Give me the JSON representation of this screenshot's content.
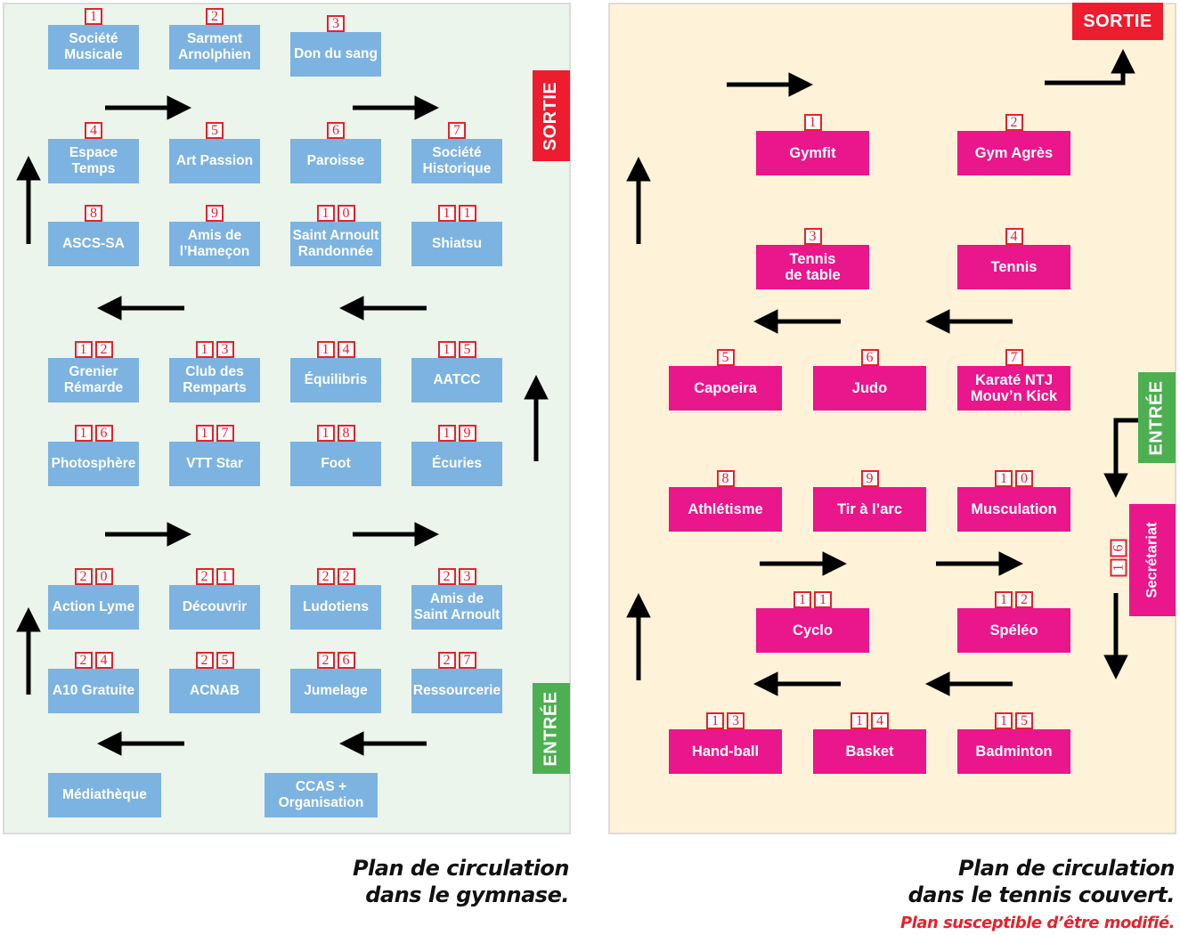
{
  "gymnase": {
    "title_line1": "Plan de circulation",
    "title_line2": "dans le gymnase.",
    "exit_label": "SORTIE",
    "entry_label": "ENTRÉE",
    "stands": [
      {
        "number": "1",
        "label": "Société\nMusicale"
      },
      {
        "number": "2",
        "label": "Sarment\nArnolphien"
      },
      {
        "number": "3",
        "label": "Don du sang"
      },
      {
        "number": "4",
        "label": "Espace\nTemps"
      },
      {
        "number": "5",
        "label": "Art Passion"
      },
      {
        "number": "6",
        "label": "Paroisse"
      },
      {
        "number": "7",
        "label": "Société\nHistorique"
      },
      {
        "number": "8",
        "label": "ASCS-SA"
      },
      {
        "number": "9",
        "label": "Amis de\nl’Hameçon"
      },
      {
        "number": "10",
        "label": "Saint Arnoult\nRandonnée"
      },
      {
        "number": "11",
        "label": "Shiatsu"
      },
      {
        "number": "12",
        "label": "Grenier\nRémarde"
      },
      {
        "number": "13",
        "label": "Club des\nRemparts"
      },
      {
        "number": "14",
        "label": "Équilibris"
      },
      {
        "number": "15",
        "label": "AATCC"
      },
      {
        "number": "16",
        "label": "Photosphère"
      },
      {
        "number": "17",
        "label": "VTT Star"
      },
      {
        "number": "18",
        "label": "Foot"
      },
      {
        "number": "19",
        "label": "Écuries"
      },
      {
        "number": "20",
        "label": "Action Lyme"
      },
      {
        "number": "21",
        "label": "Découvrir"
      },
      {
        "number": "22",
        "label": "Ludotiens"
      },
      {
        "number": "23",
        "label": "Amis de\nSaint Arnoult"
      },
      {
        "number": "24",
        "label": "A10 Gratuite"
      },
      {
        "number": "25",
        "label": "ACNAB"
      },
      {
        "number": "26",
        "label": "Jumelage"
      },
      {
        "number": "27",
        "label": "Ressourcerie"
      },
      {
        "number": "",
        "label": "Médiathèque"
      },
      {
        "number": "",
        "label": "CCAS +\nOrganisation"
      }
    ]
  },
  "tennis_couvert": {
    "title_line1": "Plan de circulation",
    "title_line2": "dans le tennis couvert.",
    "note": "Plan susceptible d’être modifié.",
    "exit_label": "SORTIE",
    "entry_label": "ENTRÉE",
    "stands": [
      {
        "number": "1",
        "label": "Gymfit"
      },
      {
        "number": "2",
        "label": "Gym Agrès"
      },
      {
        "number": "3",
        "label": "Tennis\nde table"
      },
      {
        "number": "4",
        "label": "Tennis"
      },
      {
        "number": "5",
        "label": "Capoeira"
      },
      {
        "number": "6",
        "label": "Judo"
      },
      {
        "number": "7",
        "label": "Karaté NTJ\nMouv’n Kick"
      },
      {
        "number": "8",
        "label": "Athlétisme"
      },
      {
        "number": "9",
        "label": "Tir à l’arc"
      },
      {
        "number": "10",
        "label": "Musculation"
      },
      {
        "number": "11",
        "label": "Cyclo"
      },
      {
        "number": "12",
        "label": "Spéléo"
      },
      {
        "number": "13",
        "label": "Hand-ball"
      },
      {
        "number": "14",
        "label": "Basket"
      },
      {
        "number": "15",
        "label": "Badminton"
      },
      {
        "number": "16",
        "label": "Secrétariat"
      }
    ]
  },
  "colors": {
    "gymnase_background": "#ebf5ec",
    "tennis_background": "#fef3d8",
    "gymnase_stand": "#7db3e0",
    "tennis_stand": "#e9168c",
    "exit": "#ed1c2e",
    "entry": "#4caf50",
    "number_box": "#e3232c"
  },
  "icons": {
    "flow_arrow": "arrow-icon",
    "exit": "exit-sign",
    "entry": "entry-sign"
  }
}
